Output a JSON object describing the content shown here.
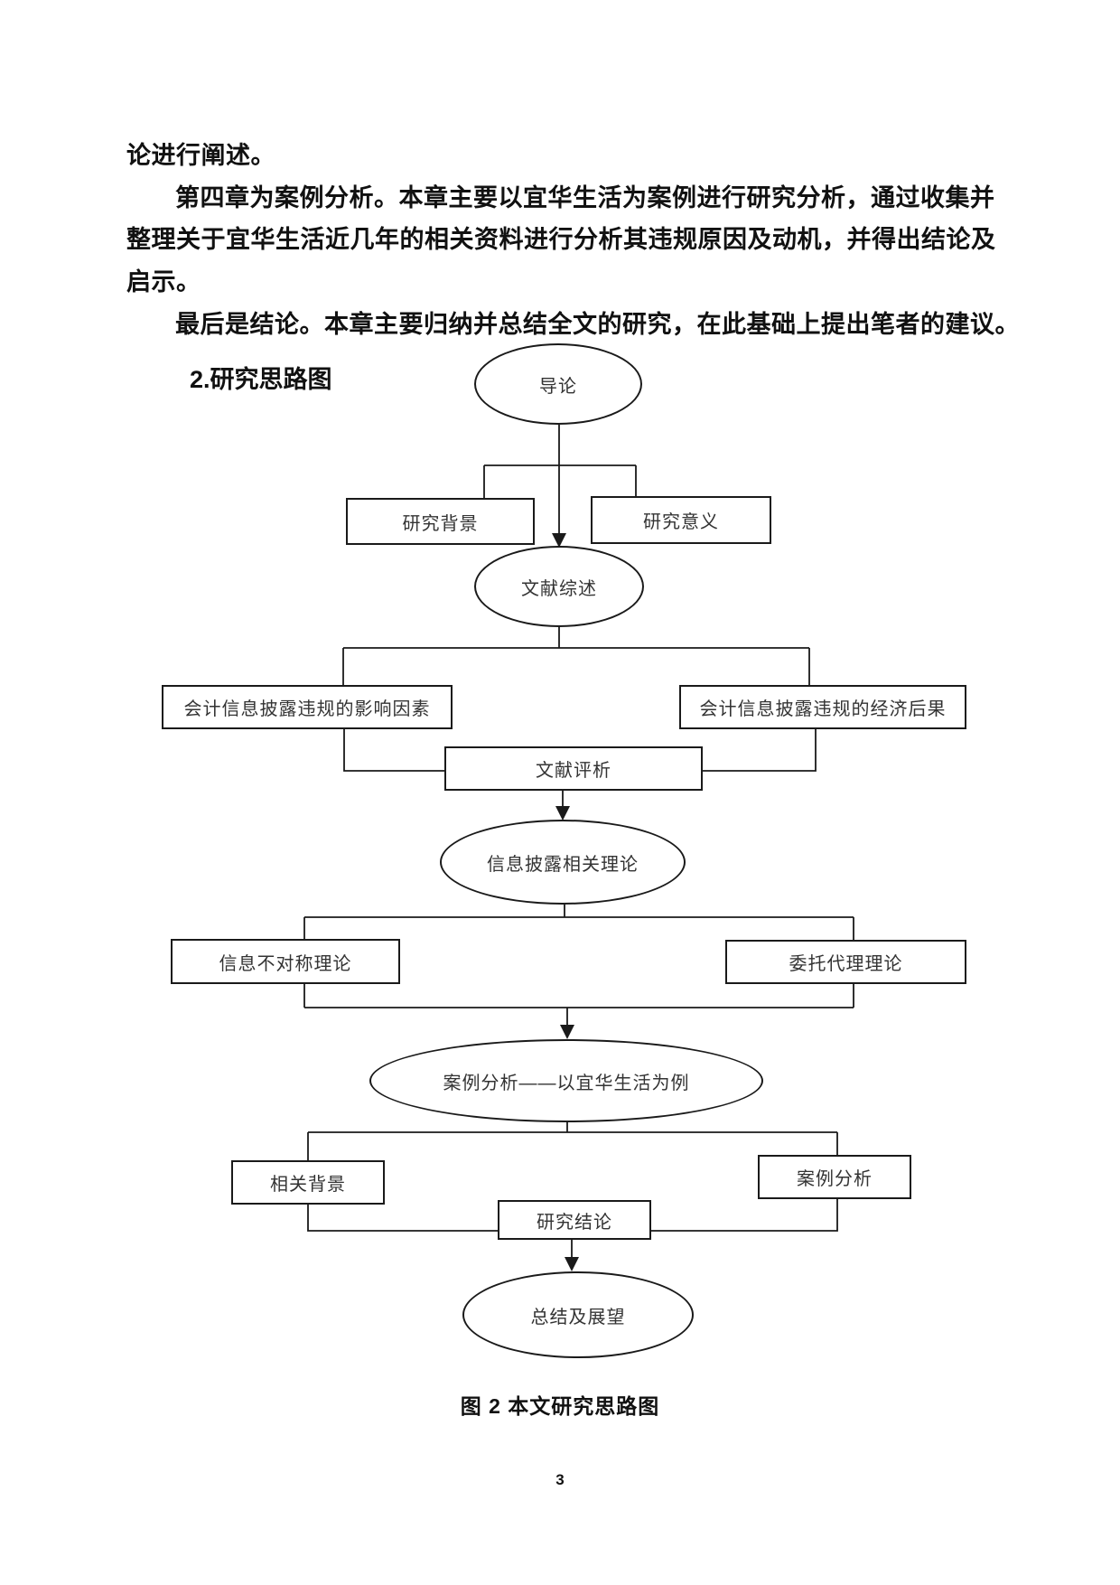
{
  "colors": {
    "background": "#ffffff",
    "body_text": "#111111",
    "diagram_line": "#1a1a1a",
    "diagram_text": "#333333"
  },
  "content": {
    "lines": [
      {
        "text": "论进行阐述。",
        "indent": false
      },
      {
        "text": "第四章为案例分析。本章主要以宜华生活为案例进行研究分析，通过收集并",
        "indent": true
      },
      {
        "text": "整理关于宜华生活近几年的相关资料进行分析其违规原因及动机，并得出结论及",
        "indent": false
      },
      {
        "text": "启示。",
        "indent": false
      },
      {
        "text": "最后是结论。本章主要归纳并总结全文的研究，在此基础上提出笔者的建议。",
        "indent": true
      }
    ],
    "section_heading": "2.研究思路图"
  },
  "flowchart": {
    "nodes": {
      "daolun": {
        "shape": "ellipse",
        "label": "导论"
      },
      "yanjiu_beijing": {
        "shape": "rect",
        "label": "研究背景"
      },
      "yanjiu_yiyi": {
        "shape": "rect",
        "label": "研究意义"
      },
      "wenxian_zongshu": {
        "shape": "ellipse",
        "label": "文献综述"
      },
      "yingxiang_yinsu": {
        "shape": "rect",
        "label": "会计信息披露违规的影响因素"
      },
      "jingji_houguo": {
        "shape": "rect",
        "label": "会计信息披露违规的经济后果"
      },
      "wenxian_pingxi": {
        "shape": "rect",
        "label": "文献评析"
      },
      "xiangguan_lilun": {
        "shape": "ellipse",
        "label": "信息披露相关理论"
      },
      "xinxi_buduicheng": {
        "shape": "rect",
        "label": "信息不对称理论"
      },
      "weituo_daili": {
        "shape": "rect",
        "label": "委托代理理论"
      },
      "anli_yihua": {
        "shape": "ellipse",
        "label": "案例分析——以宜华生活为例"
      },
      "xiangguan_beijing": {
        "shape": "rect",
        "label": "相关背景"
      },
      "anli_fenxi": {
        "shape": "rect",
        "label": "案例分析"
      },
      "yanjiu_jielun": {
        "shape": "rect",
        "label": "研究结论"
      },
      "zongjie_zhanwang": {
        "shape": "ellipse",
        "label": "总结及展望"
      }
    },
    "edges": [
      {
        "from": "导论",
        "to": "研究背景"
      },
      {
        "from": "导论",
        "to": "研究意义"
      },
      {
        "from": "导论",
        "to": "文献综述",
        "arrow": true
      },
      {
        "from": "文献综述",
        "to": "会计信息披露违规的影响因素"
      },
      {
        "from": "文献综述",
        "to": "会计信息披露违规的经济后果"
      },
      {
        "from": "会计信息披露违规的影响因素",
        "to": "文献评析"
      },
      {
        "from": "会计信息披露违规的经济后果",
        "to": "文献评析"
      },
      {
        "from": "文献评析",
        "to": "信息披露相关理论",
        "arrow": true
      },
      {
        "from": "信息披露相关理论",
        "to": "信息不对称理论"
      },
      {
        "from": "信息披露相关理论",
        "to": "委托代理理论"
      },
      {
        "from": "信息不对称理论",
        "to": "案例分析——以宜华生活为例",
        "arrow": true
      },
      {
        "from": "委托代理理论",
        "to": "案例分析——以宜华生活为例",
        "arrow": true
      },
      {
        "from": "案例分析——以宜华生活为例",
        "to": "相关背景"
      },
      {
        "from": "案例分析——以宜华生活为例",
        "to": "案例分析"
      },
      {
        "from": "相关背景",
        "to": "研究结论"
      },
      {
        "from": "案例分析",
        "to": "研究结论"
      },
      {
        "from": "研究结论",
        "to": "总结及展望",
        "arrow": true
      }
    ],
    "caption": "图 2 本文研究思路图"
  },
  "footer": {
    "page_number": "3"
  }
}
